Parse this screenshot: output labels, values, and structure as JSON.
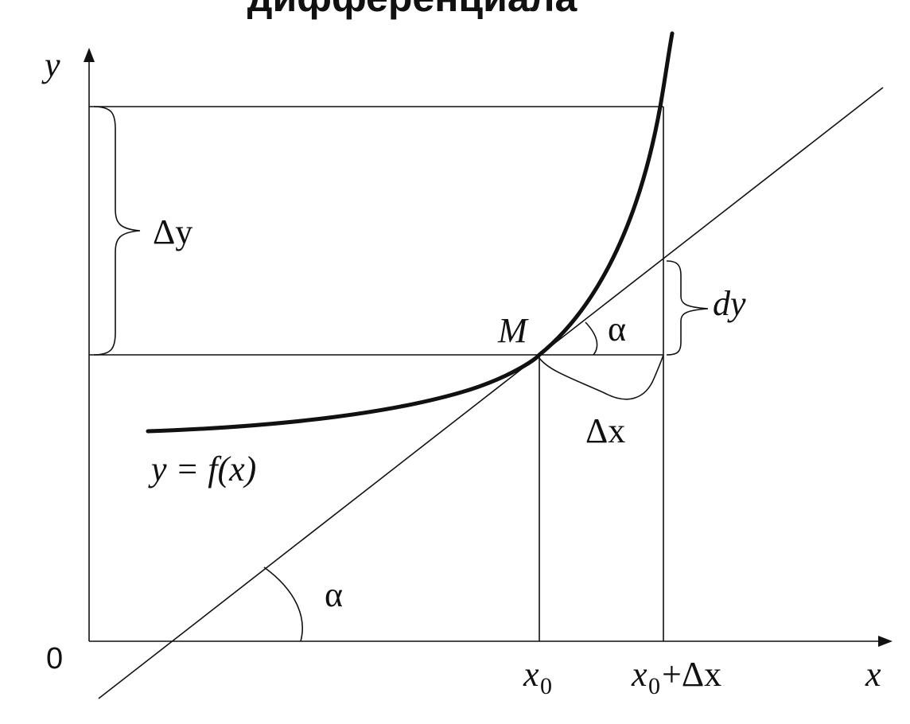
{
  "title": "дифференциала",
  "axes": {
    "x_label": "x",
    "y_label": "y",
    "origin_label": "0"
  },
  "labels": {
    "delta_y": "Δy",
    "dy": "dy",
    "delta_x": "Δx",
    "point_m": "M",
    "alpha_top": "α",
    "alpha_bottom": "α",
    "function": "y = f(x)"
  },
  "ticks": {
    "x0_main": "x",
    "x0_sub": "0",
    "x0dx_main": "x",
    "x0dx_sub": "0",
    "x0dx_rest": "+Δx"
  },
  "colors": {
    "ink": "#111111",
    "background": "#ffffff"
  }
}
